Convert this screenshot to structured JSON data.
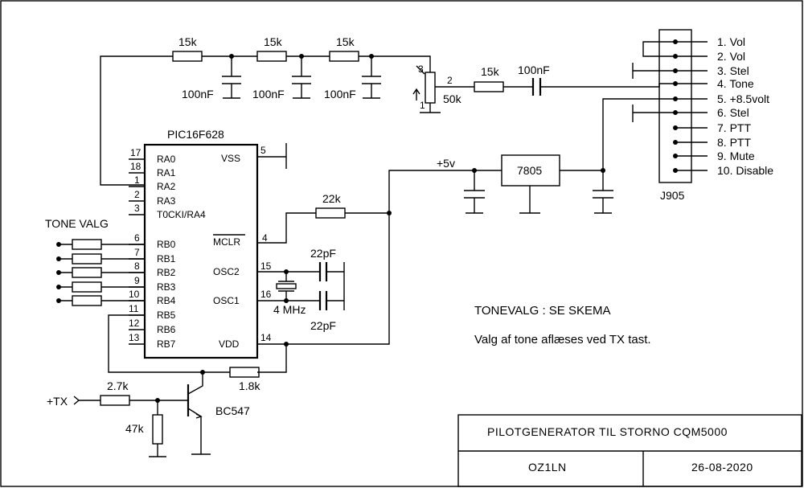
{
  "ic": {
    "name": "PIC16F628",
    "left_pins": [
      {
        "num": "17",
        "name": "RA0"
      },
      {
        "num": "18",
        "name": "RA1"
      },
      {
        "num": "1",
        "name": "RA2"
      },
      {
        "num": "2",
        "name": "RA3"
      },
      {
        "num": "3",
        "name": "T0CKI/RA4"
      },
      {
        "num": "6",
        "name": "RB0"
      },
      {
        "num": "7",
        "name": "RB1"
      },
      {
        "num": "8",
        "name": "RB2"
      },
      {
        "num": "9",
        "name": "RB3"
      },
      {
        "num": "10",
        "name": "RB4"
      },
      {
        "num": "11",
        "name": "RB5"
      },
      {
        "num": "12",
        "name": "RB6"
      },
      {
        "num": "13",
        "name": "RB7"
      }
    ],
    "right_pins": [
      {
        "num": "5",
        "name": "VSS"
      },
      {
        "num": "4",
        "name": "MCLR"
      },
      {
        "num": "15",
        "name": "OSC2"
      },
      {
        "num": "16",
        "name": "OSC1"
      },
      {
        "num": "14",
        "name": "VDD"
      }
    ]
  },
  "filter": {
    "resistors": [
      "15k",
      "15k",
      "15k"
    ],
    "caps": [
      "100nF",
      "100nF",
      "100nF"
    ]
  },
  "pot": {
    "value": "50k",
    "pin1": "1",
    "pin2": "2",
    "pin3": "3"
  },
  "out": {
    "resistor": "15k",
    "cap": "100nF"
  },
  "connector": {
    "name": "J905",
    "pins": [
      "1. Vol",
      "2. Vol",
      "3. Stel",
      "4. Tone",
      "5. +8.5volt",
      "6. Stel",
      "7. PTT",
      "8. PTT",
      "9. Mute",
      "10. Disable"
    ]
  },
  "supply": {
    "label": "+5v",
    "regulator": "7805"
  },
  "mclr_resistor": "22k",
  "crystal": {
    "freq": "4 MHz",
    "cap1": "22pF",
    "cap2": "22pF"
  },
  "tone_select": {
    "label": "TONE VALG"
  },
  "transistor": {
    "name": "BC547",
    "r_base": "2.7k",
    "r_pulldown": "47k",
    "r_collector": "1.8k",
    "input": "+TX"
  },
  "notes": {
    "line1": "TONEVALG : SE SKEMA",
    "line2": "Valg af tone aflæses ved TX tast."
  },
  "title_block": {
    "title": "PILOTGENERATOR TIL STORNO CQM5000",
    "author": "OZ1LN",
    "date": "26-08-2020"
  }
}
